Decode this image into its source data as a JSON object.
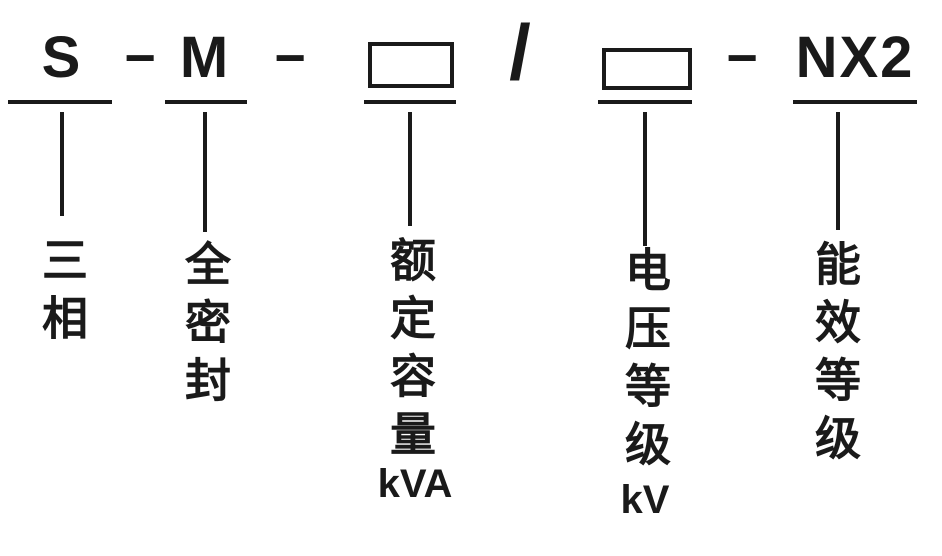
{
  "diagram": {
    "columns": [
      {
        "code": "S",
        "label": "三相",
        "suffix": ""
      },
      {
        "code": "M",
        "label": "全密封",
        "suffix": ""
      },
      {
        "code": "",
        "label": "额定容量",
        "suffix": "kVA"
      },
      {
        "code": "",
        "label": "电压等级",
        "suffix": "kV"
      },
      {
        "code": "NX2",
        "label": "能效等级",
        "suffix": ""
      }
    ],
    "separators": [
      {
        "symbol": "−"
      },
      {
        "symbol": "−"
      },
      {
        "symbol": "/"
      },
      {
        "symbol": "−"
      }
    ],
    "colors": {
      "ink": "#1a1a1a",
      "background": "#ffffff"
    }
  }
}
